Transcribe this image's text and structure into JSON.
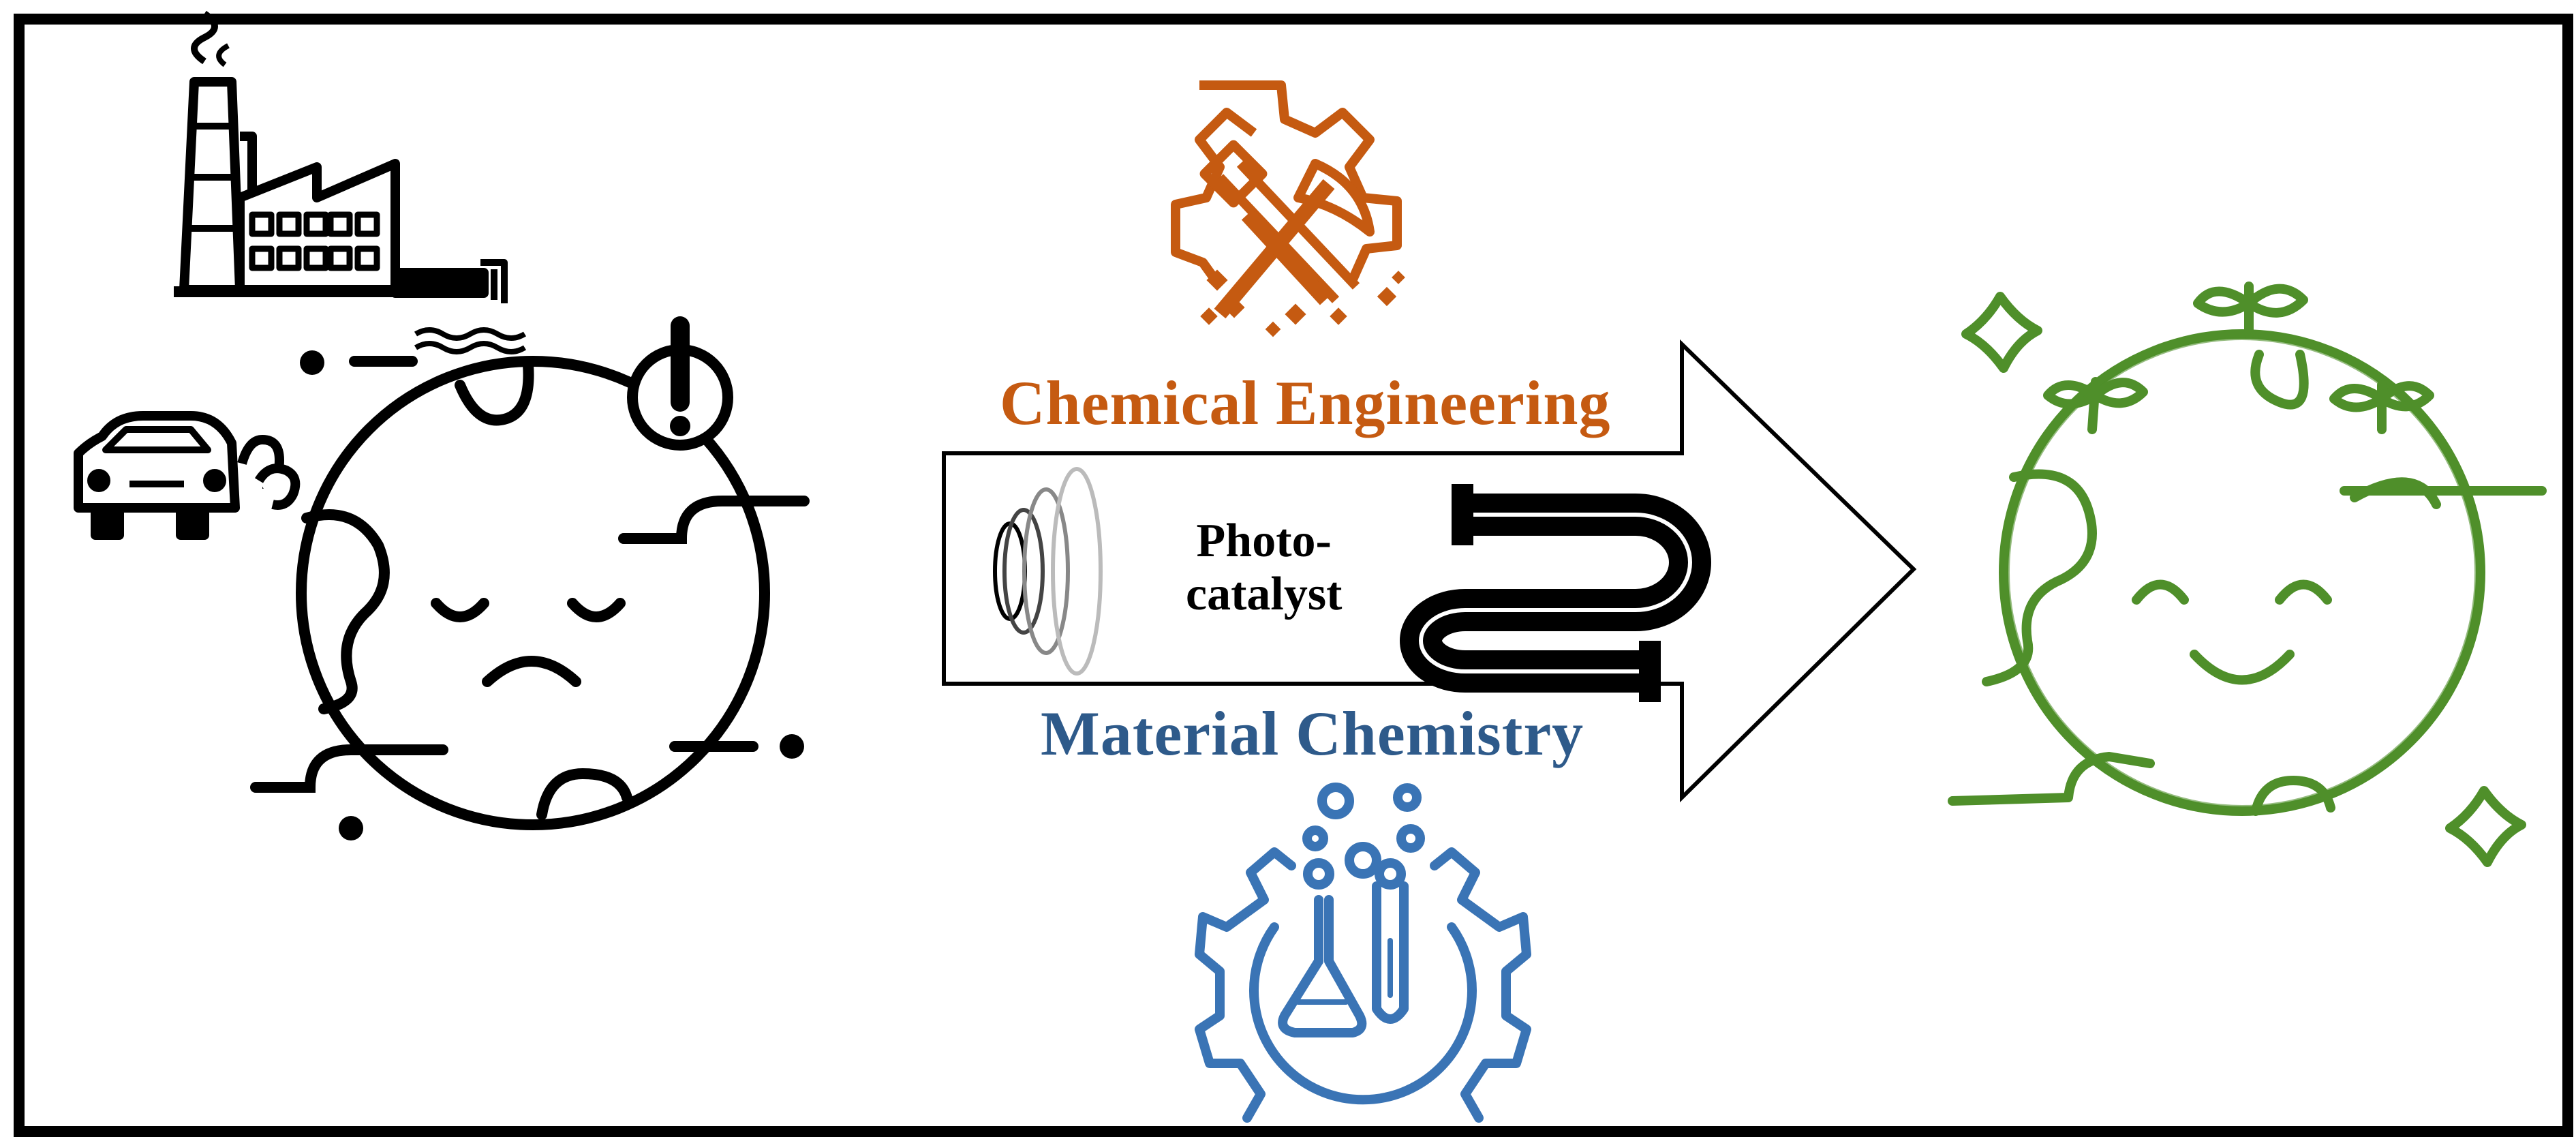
{
  "labels": {
    "chemical_engineering": "Chemical Engineering",
    "material_chemistry": "Material Chemistry",
    "photocatalyst_line1": "Photo-",
    "photocatalyst_line2": "catalyst"
  },
  "colors": {
    "chemical_engineering": "#c55a11",
    "material_chemistry": "#2e5a8a",
    "lab_icon": "#3a74b5",
    "healthy_earth": "#4f8f2a",
    "outline": "#000000"
  },
  "icons": {
    "polluted_earth": "sad-earth-icon",
    "factory": "factory-icon",
    "cars": "cars-icon",
    "warning": "warning-icon",
    "engineering": "gear-hammer-pickaxe-icon",
    "science": "gear-flask-test-tube-icon",
    "light_waves": "light-wave-rings-icon",
    "tube_reactor": "serpentine-tube-reactor-icon",
    "healthy_earth": "happy-earth-sprouts-icon"
  }
}
